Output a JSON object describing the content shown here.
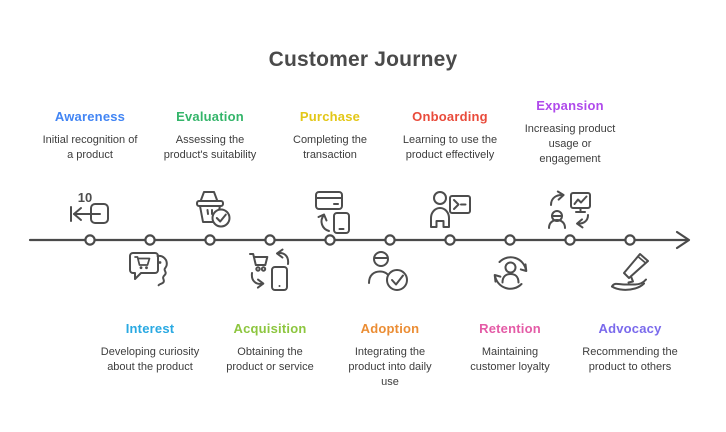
{
  "title": "Customer Journey",
  "timeline": {
    "nodes": 10,
    "direction": "right",
    "line_color": "#4a4a4a"
  },
  "text_color": "#3d3d3d",
  "top_stages": [
    {
      "label": "Awareness",
      "color": "#4285F4",
      "icon": "rewind-10-icon",
      "description": "Initial recognition of\na product"
    },
    {
      "label": "Evaluation",
      "color": "#34B56A",
      "icon": "basket-check-icon",
      "description": "Assessing the\nproduct's suitability"
    },
    {
      "label": "Purchase",
      "color": "#E3C717",
      "icon": "card-phone-pay-icon",
      "description": "Completing the\ntransaction"
    },
    {
      "label": "Onboarding",
      "color": "#E94B3B",
      "icon": "person-terminal-icon",
      "description": "Learning to use the\nproduct effectively"
    },
    {
      "label": "Expansion",
      "color": "#B04AEB",
      "icon": "growth-monitor-icon",
      "description": "Increasing product\nusage or\nengagement"
    }
  ],
  "bottom_stages": [
    {
      "label": "Interest",
      "color": "#29A9E2",
      "icon": "chat-cart-icon",
      "description": "Developing curiosity\nabout the product"
    },
    {
      "label": "Acquisition",
      "color": "#8DC63F",
      "icon": "cart-phone-exchange-icon",
      "description": "Obtaining the\nproduct or service"
    },
    {
      "label": "Adoption",
      "color": "#EB8D34",
      "icon": "person-check-icon",
      "description": "Integrating the\nproduct into daily\nuse"
    },
    {
      "label": "Retention",
      "color": "#E45BA6",
      "icon": "person-cycle-icon",
      "description": "Maintaining\ncustomer loyalty"
    },
    {
      "label": "Advocacy",
      "color": "#7A6AEC",
      "icon": "megaphone-hand-icon",
      "description": "Recommending the\nproduct to others"
    }
  ]
}
